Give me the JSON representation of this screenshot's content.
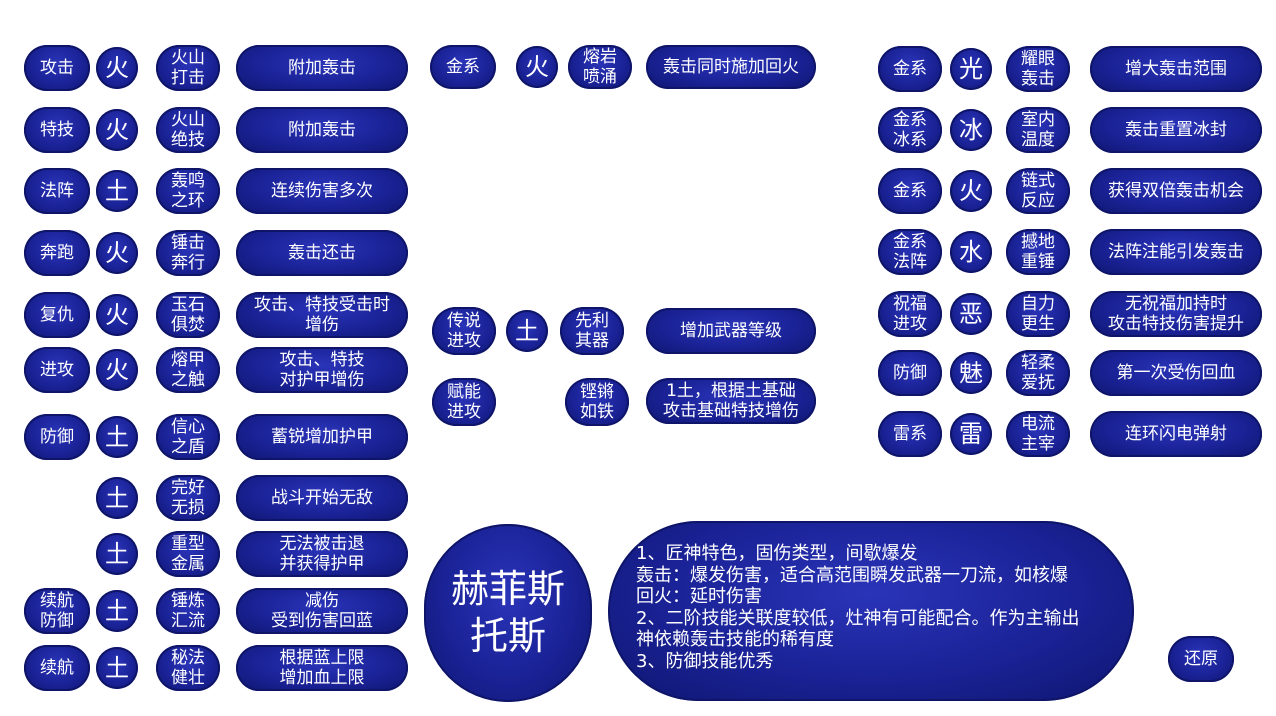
{
  "left": {
    "rows": [
      {
        "category": "攻击",
        "element": "火",
        "skill": "火山\n打击",
        "effect": "附加轰击"
      },
      {
        "category": "特技",
        "element": "火",
        "skill": "火山\n绝技",
        "effect": "附加轰击"
      },
      {
        "category": "法阵",
        "element": "土",
        "skill": "轰鸣\n之环",
        "effect": "连续伤害多次"
      },
      {
        "category": "奔跑",
        "element": "火",
        "skill": "锤击\n奔行",
        "effect": "轰击还击"
      },
      {
        "category": "复仇",
        "element": "火",
        "skill": "玉石\n俱焚",
        "effect": "攻击、特技受击时\n增伤"
      },
      {
        "category": "进攻",
        "element": "火",
        "skill": "熔甲\n之触",
        "effect": "攻击、特技\n对护甲增伤"
      },
      {
        "category": "防御",
        "element": "土",
        "skill": "信心\n之盾",
        "effect": "蓄锐增加护甲"
      },
      {
        "category": "",
        "element": "土",
        "skill": "完好\n无损",
        "effect": "战斗开始无敌"
      },
      {
        "category": "",
        "element": "土",
        "skill": "重型\n金属",
        "effect": "无法被击退\n并获得护甲"
      },
      {
        "category": "续航\n防御",
        "element": "土",
        "skill": "锤炼\n汇流",
        "effect": "减伤\n受到伤害回蓝"
      },
      {
        "category": "续航",
        "element": "土",
        "skill": "秘法\n健壮",
        "effect": "根据蓝上限\n增加血上限"
      }
    ]
  },
  "middle": {
    "top": {
      "category": "金系",
      "element": "火",
      "skill": "熔岩\n喷涌",
      "effect": "轰击同时施加回火"
    },
    "legend": {
      "category": "传说\n进攻",
      "element": "土",
      "skill": "先利\n其器",
      "effect": "增加武器等级"
    },
    "fu": {
      "category": "赋能\n进攻",
      "skill": "铿锵\n如铁",
      "effect": "1土，根据土基础\n攻击基础特技增伤"
    }
  },
  "right": {
    "rows": [
      {
        "category": "金系",
        "element": "光",
        "skill": "耀眼\n轰击",
        "effect": "增大轰击范围"
      },
      {
        "category": "金系\n冰系",
        "element": "冰",
        "skill": "室内\n温度",
        "effect": "轰击重置冰封"
      },
      {
        "category": "金系",
        "element": "火",
        "skill": "链式\n反应",
        "effect": "获得双倍轰击机会"
      },
      {
        "category": "金系\n法阵",
        "element": "水",
        "skill": "撼地\n重锤",
        "effect": "法阵注能引发轰击"
      },
      {
        "category": "祝福\n进攻",
        "element": "恶",
        "skill": "自力\n更生",
        "effect": "无祝福加持时\n攻击特技伤害提升"
      },
      {
        "category": "防御",
        "element": "魅",
        "skill": "轻柔\n爱抚",
        "effect": "第一次受伤回血"
      },
      {
        "category": "雷系",
        "element": "雷",
        "skill": "电流\n主宰",
        "effect": "连环闪电弹射"
      }
    ]
  },
  "hero": {
    "name": "赫菲斯\n托斯"
  },
  "notes": {
    "lines": [
      "1、匠神特色，固伤类型，间歇爆发",
      "轰击：爆发伤害，适合高范围瞬发武器一刀流，如核爆",
      "回火：延时伤害",
      "2、二阶技能关联度较低，灶神有可能配合。作为主输出",
      "神依赖轰击技能的稀有度",
      "3、防御技能优秀"
    ]
  },
  "reset": {
    "label": "还原"
  },
  "colors": {
    "fill": "#1a2296",
    "text": "#ffffff",
    "background": "#ffffff"
  }
}
